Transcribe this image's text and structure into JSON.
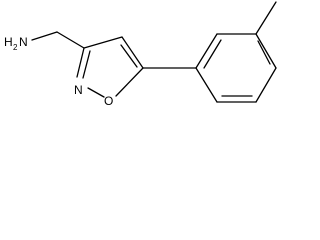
{
  "molecule": {
    "atoms": {
      "amine_n": "N",
      "amine_h": "H",
      "amine_h_count": "2",
      "ring_n": "N",
      "ring_o": "O"
    },
    "colors": {
      "bond": "#000000",
      "background": "#ffffff"
    }
  }
}
